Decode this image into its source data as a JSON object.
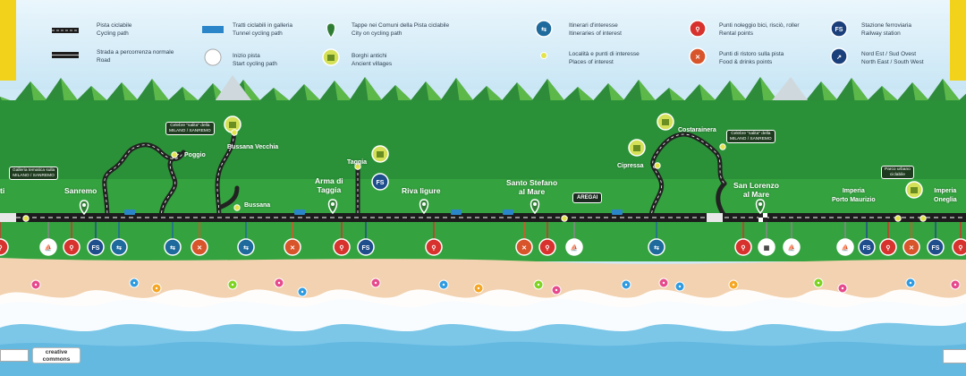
{
  "legend": {
    "cycling_path": {
      "it": "Pista ciclabile",
      "en": "Cycling path"
    },
    "road": {
      "it": "Strada a percorrenza normale",
      "en": "Road"
    },
    "tunnel_path": {
      "it": "Tratti ciclabili in galleria",
      "en": "Tunnel cycling path"
    },
    "start_path": {
      "it": "Inizio pista",
      "en": "Start cycling path"
    },
    "city_stops": {
      "it": "Tappe nei Comuni della Pista ciclabile",
      "en": "City on cycling path"
    },
    "ancient_villages": {
      "it": "Borghi antichi",
      "en": "Ancient villages"
    },
    "itineraries": {
      "it": "Itinerari d'interesse",
      "en": "Itineraries of interest"
    },
    "places": {
      "it": "Località e punti di interesse",
      "en": "Places of interest"
    },
    "rental": {
      "it": "Punti noleggio bici, risciò, roller",
      "en": "Rental points"
    },
    "food": {
      "it": "Punti di ristoro sulla pista",
      "en": "Food & drinks points"
    },
    "railway": {
      "it": "Stazione ferroviaria",
      "en": "Railway station"
    },
    "directions": {
      "it": "Nord Est / Sud Ovest",
      "en": "North East / South West"
    },
    "fs_text": "FS"
  },
  "places": {
    "ti": "ti",
    "sanremo": "Sanremo",
    "poggio": "Poggio",
    "bussana_vecchia": "Bussana Vecchia",
    "bussana": "Bussana",
    "arma_di_taggia_1": "Arma di",
    "arma_di_taggia_2": "Taggia",
    "taggia": "Taggia",
    "riva_ligure": "Riva ligure",
    "santo_stefano_1": "Santo Stefano",
    "santo_stefano_2": "al Mare",
    "aregai": "AREGAI",
    "cipressa": "Cipressa",
    "costarainera": "Costarainera",
    "san_lorenzo_1": "San Lorenzo",
    "san_lorenzo_2": "al Mare",
    "imperia_pm_1": "Imperia",
    "imperia_pm_2": "Porto Maurizio",
    "imperia_on_1": "Imperia",
    "imperia_on_2": "Oneglia"
  },
  "notes": {
    "galleria_1": "Galleria tematica sulla",
    "galleria_2": "MILANO / SANREMO",
    "salita_1": "Celebre \"salita\" della",
    "salita_2": "MILANO / SANREMO",
    "salita_b_1": "Celebre \"salita\" della",
    "salita_b_2": "MILANO / SANREMO",
    "parco_1": "Parco urbano",
    "parco_2": "ciclabile"
  },
  "footer": {
    "cc_1": "creative",
    "cc_2": "commons"
  },
  "colors": {
    "grass": "#2f9a3a",
    "grass_dark": "#1d7a2d",
    "road": "#1c1c1c",
    "rental": "#d7322d",
    "food": "#d8552b",
    "railway": "#1f4e8c",
    "itinerary": "#1e6a9c",
    "poi": "#e3e34a",
    "sand": "#f3d3b1",
    "sea": "#7cc6e8"
  },
  "icons": {
    "city": "map-pin-icon",
    "village": "castle-icon",
    "rental": "bicycle-icon",
    "food": "fork-knife-icon",
    "railway": "train-station-icon",
    "itinerary": "signpost-icon",
    "boat": "boat-icon",
    "start": "checkered-flag-icon",
    "compass": "compass-icon"
  }
}
